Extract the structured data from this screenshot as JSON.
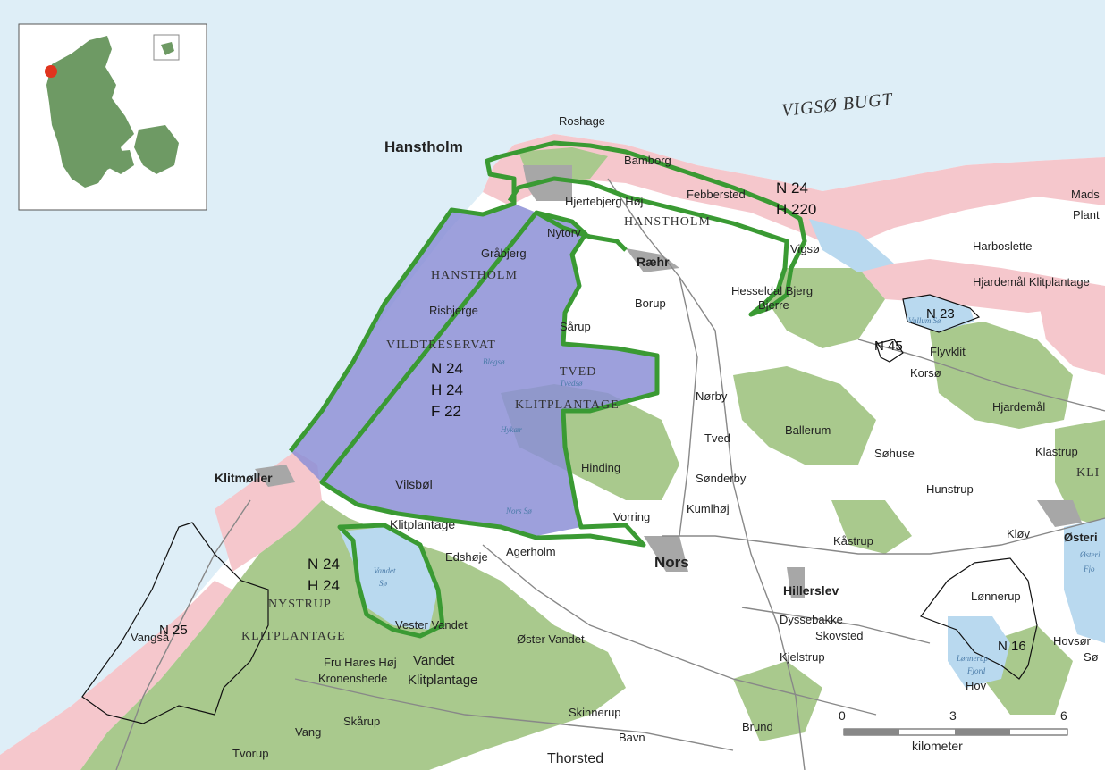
{
  "sea_name": "VIGSØ BUGT",
  "towns": {
    "hanstholm": "Hanstholm",
    "nors": "Nors",
    "klitmoller": "Klitmøller",
    "thorsted": "Thorsted",
    "hillerslev": "Hillerslev",
    "raehr": "Ræhr"
  },
  "places": {
    "roshage": "Roshage",
    "bamborg": "Bamborg",
    "febbersted": "Febbersted",
    "hjertebjerg": "Hjertebjerg Høj",
    "nytorv": "Nytorv",
    "grabjerg": "Gråbjerg",
    "risbjerge": "Risbjerge",
    "borup": "Borup",
    "sarup": "Sårup",
    "hesseldal": "Hesseldal Bjerg",
    "bjerre": "Bjerre",
    "vigso": "Vigsø",
    "harboslette": "Harboslette",
    "hjardemal_klit": "Hjardemål Klitplantage",
    "mads": "Mads",
    "plant": "Plant",
    "flyvklit": "Flyvklit",
    "korso": "Korsø",
    "hjardemal": "Hjardemål",
    "norby": "Nørby",
    "tved": "Tved",
    "ballerum": "Ballerum",
    "sohuse": "Søhuse",
    "klastrup": "Klastrup",
    "kli": "KLI",
    "hunstrup": "Hunstrup",
    "sonderby": "Sønderby",
    "kumlhoj": "Kumlhøj",
    "hinding": "Hinding",
    "vorring": "Vorring",
    "vilsbol": "Vilsbøl",
    "klitplantage": "Klitplantage",
    "edshoje": "Edshøje",
    "agerholm": "Agerholm",
    "kastrup": "Kåstrup",
    "klov": "Kløv",
    "osteri": "Østeri",
    "lonnerup": "Lønnerup",
    "dyssebakke": "Dyssebakke",
    "skovsted": "Skovsted",
    "kjelstrup": "Kjelstrup",
    "vester_vandet": "Vester Vandet",
    "oster_vandet": "Øster Vandet",
    "fru_hares": "Fru Hares Høj",
    "kronenshede": "Kronenshede",
    "vandet": "Vandet",
    "vandet_klit": "Klitplantage",
    "vangsa": "Vangså",
    "skarup": "Skårup",
    "vang": "Vang",
    "tvorup": "Tvorup",
    "skinnerup": "Skinnerup",
    "bavn": "Bavn",
    "brund": "Brund",
    "hov": "Hov",
    "hovsor": "Hovsør",
    "so": "Sø"
  },
  "regions": {
    "hanstholm_top": "HANSTHOLM",
    "hanstholm_mid": "HANSTHOLM",
    "vildtreservat": "VILDTRESERVAT",
    "tved": "TVED",
    "klitplantage": "KLITPLANTAGE",
    "nystrup": "NYSTRUP",
    "nystrup_klit": "KLITPLANTAGE"
  },
  "water": {
    "blegso": "Blegsø",
    "tvedso": "Tvedsø",
    "nors_so": "Nors Sø",
    "vandet_so_1": "Vandet",
    "vandet_so_2": "Sø",
    "vullum": "Vullum Sø",
    "lonnerup_fjord_1": "Lønnerup",
    "lonnerup_fjord_2": "Fjord",
    "ostero_1": "Østeri",
    "ostero_2": "Fjo",
    "hykso": "Hykær"
  },
  "codes": {
    "top_n": "N 24",
    "top_h": "H 220",
    "mid_n": "N 24",
    "mid_h": "H 24",
    "mid_f": "F 22",
    "sw_n": "N 24",
    "sw_h": "H 24",
    "n25": "N 25",
    "n23": "N 23",
    "n45": "N 45",
    "n16": "N 16"
  },
  "scale": {
    "ticks": [
      "0",
      "3",
      "6"
    ],
    "unit": "kilometer"
  },
  "colors": {
    "sea": "#deeef7",
    "land": "#ffffff",
    "forest": "#a9c98d",
    "dune": "#f5c7cc",
    "reserve": "#8c8fd6",
    "boundary": "#3a9a33",
    "town": "#a7a7a7",
    "lake": "#b9d9ef",
    "inset_land": "#6e9a64",
    "location_dot": "#e0341e"
  }
}
